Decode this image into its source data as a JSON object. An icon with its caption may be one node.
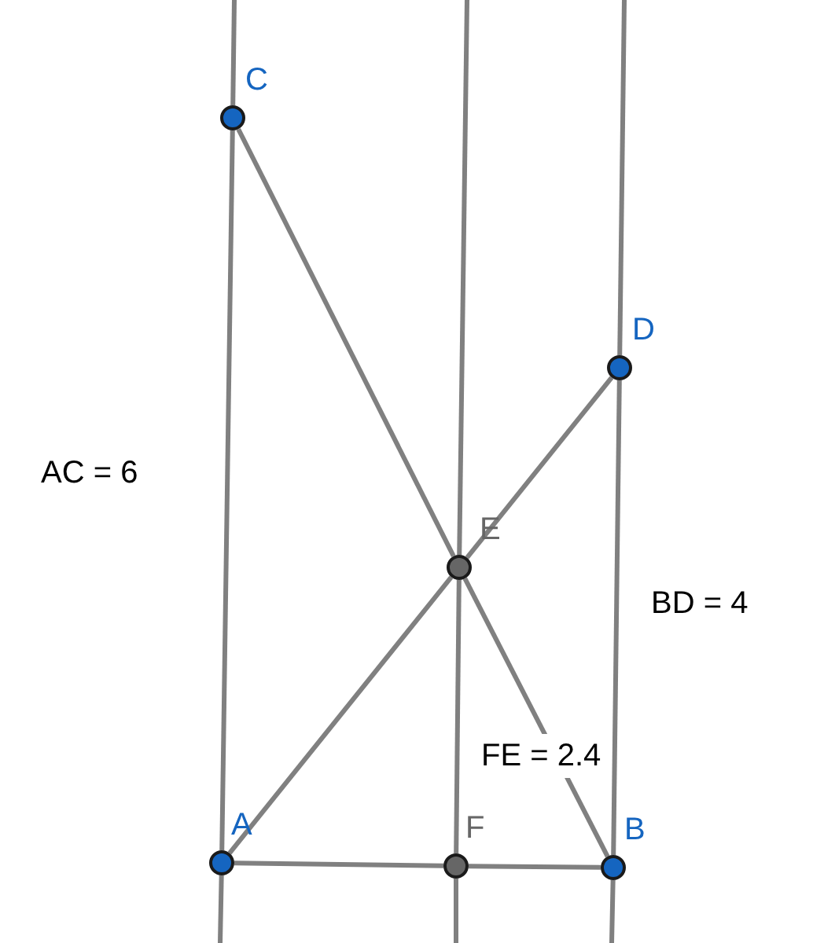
{
  "diagram": {
    "nodes": [
      {
        "text": [
          "C"
        ]
      },
      {
        "text": [
          "D"
        ]
      },
      {
        "text": [
          "E"
        ]
      },
      {
        "text": [
          "A"
        ]
      },
      {
        "text": [
          "F"
        ]
      },
      {
        "text": [
          "B"
        ]
      }
    ],
    "edges": [
      {
        "from": 0,
        "to": null,
        "arrow": "none"
      },
      {
        "from": 0,
        "to": 3,
        "arrow": "none"
      },
      {
        "from": 3,
        "to": null,
        "arrow": "none"
      },
      {
        "from": 1,
        "to": null,
        "arrow": "none"
      },
      {
        "from": 1,
        "to": 5,
        "arrow": "none"
      },
      {
        "from": 5,
        "to": null,
        "arrow": "none"
      },
      {
        "from": null,
        "to": 2,
        "arrow": "none"
      },
      {
        "from": 2,
        "to": 4,
        "arrow": "none"
      },
      {
        "from": 4,
        "to": null,
        "arrow": "none"
      },
      {
        "from": 0,
        "to": 2,
        "arrow": "none"
      },
      {
        "from": 2,
        "to": 5,
        "arrow": "none"
      },
      {
        "from": 3,
        "to": 2,
        "arrow": "none"
      },
      {
        "from": 2,
        "to": 1,
        "arrow": "none"
      },
      {
        "from": 3,
        "to": 4,
        "arrow": "none"
      },
      {
        "from": 4,
        "to": 5,
        "arrow": "none"
      }
    ],
    "labels": [
      "AC = 6",
      "BD = 4",
      "FE = 2.4"
    ]
  }
}
